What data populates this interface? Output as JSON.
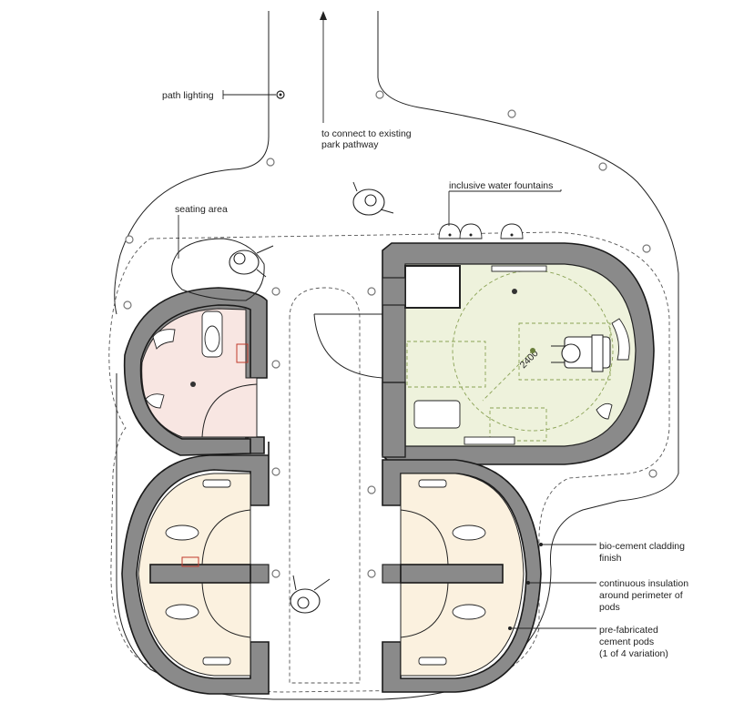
{
  "labels": {
    "path_lighting": "path lighting",
    "connect_line1": "to connect to existing",
    "connect_line2": "park pathway",
    "seating_area": "seating area",
    "water_fountains": "inclusive water fountains",
    "cladding_line1": "bio-cement cladding",
    "cladding_line2": "finish",
    "insulation_line1": "continuous insulation",
    "insulation_line2": "around perimeter of",
    "insulation_line3": "pods",
    "pods_line1": "pre-fabricated",
    "pods_line2": "cement pods",
    "pods_line3": "(1 of 4 variation)",
    "turning_dimension": "2400"
  },
  "colors": {
    "accessible_room": "#eef2dc",
    "small_pod": "#f8e6e2",
    "lower_pods": "#fbf1df",
    "wall_cladding": "#8a8a8a",
    "green_dash": "#8aa255"
  }
}
